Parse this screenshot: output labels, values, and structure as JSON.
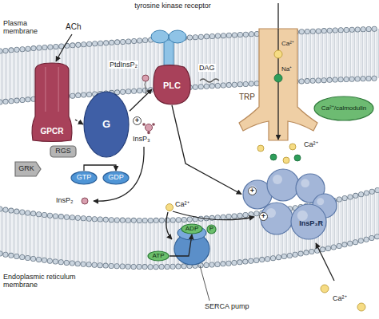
{
  "diagram": {
    "nodes": [
      {
        "text": [
          "GPCR"
        ]
      },
      {
        "text": [
          "PLC"
        ]
      },
      {
        "text": [
          "TRP"
        ]
      },
      {
        "text": [
          "G"
        ]
      },
      {
        "text": [
          "Ca²⁺/calmodulin"
        ]
      },
      {
        "text": [
          "RGS"
        ]
      },
      {
        "text": [
          "GRK"
        ]
      },
      {
        "text": [
          "GTP"
        ]
      },
      {
        "text": [
          "GDP"
        ]
      },
      {
        "text": [
          "InsP₃R"
        ]
      },
      {
        "text": [
          "ADP"
        ]
      },
      {
        "text": [
          "P"
        ]
      },
      {
        "text": [
          "ATP"
        ]
      }
    ],
    "edges": [
      {
        "from": 0,
        "to": 3,
        "arrow": "to"
      },
      {
        "from": 3,
        "to": 1,
        "arrow": "to"
      },
      {
        "from": 7,
        "to": 8,
        "arrow": "to"
      },
      {
        "from": 1,
        "to": 9,
        "arrow": "to"
      },
      {
        "from": 12,
        "to": 10,
        "arrow": "to"
      }
    ],
    "labels": [
      "tyrosine kinase receptor",
      "ACh",
      "Plasma membrane",
      "PtdInsP₂",
      "DAG",
      "Ca²⁺",
      "Na⁺",
      "+",
      "InsP₃",
      "Ca²⁺",
      "+",
      "+",
      "InsP₂",
      "Ca²⁺",
      "Endoplasmic reticulum membrane",
      "SERCA pump",
      "Ca²⁺"
    ]
  }
}
